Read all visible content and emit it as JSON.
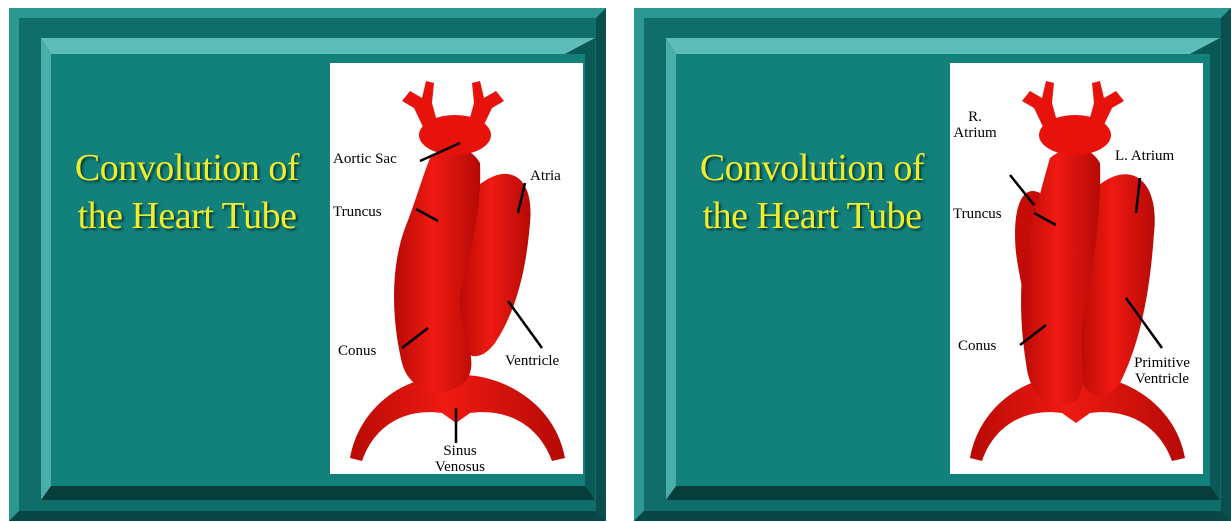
{
  "slides": [
    {
      "title_line1": "Convolution of",
      "title_line2": "the Heart Tube",
      "labels": {
        "aortic_sac": "Aortic Sac",
        "atria": "Atria",
        "truncus": "Truncus",
        "conus": "Conus",
        "ventricle": "Ventricle",
        "sinus_line1": "Sinus",
        "sinus_line2": "Venosus"
      }
    },
    {
      "title_line1": "Convolution of",
      "title_line2": "the Heart Tube",
      "labels": {
        "r_atrium_line1": "R.",
        "r_atrium_line2": "Atrium",
        "l_atrium": "L. Atrium",
        "truncus": "Truncus",
        "conus": "Conus",
        "primitive_line1": "Primitive",
        "primitive_line2": "Ventricle"
      }
    }
  ],
  "colors": {
    "slide_bg": "#0f6d6a",
    "bevel_light": "#63c2bc",
    "bevel_mid": "#2c9891",
    "bevel_dark": "#073d3b",
    "title_text": "#f0ee2c",
    "heart": "#e8120c",
    "heart_dark": "#b50a06"
  }
}
